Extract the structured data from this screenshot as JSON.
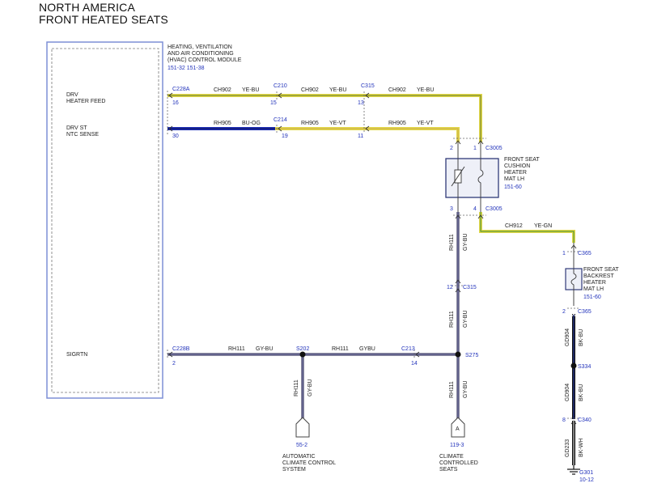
{
  "title": {
    "line1": "NORTH AMERICA",
    "line2": "FRONT HEATED SEATS"
  },
  "module": {
    "name": [
      "HEATING, VENTILATION",
      "AND AIR CONDITIONING",
      "(HVAC) CONTROL MODULE"
    ],
    "refs": "151-32  151-38",
    "pins": [
      {
        "label1": "DRV",
        "label2": "HEATER FEED",
        "connector": "C228A",
        "pin": "16"
      },
      {
        "label1": "DRV ST",
        "label2": "NTC SENSE",
        "connector": "",
        "pin": "30"
      },
      {
        "label1": "SIGRTN",
        "label2": "",
        "connector": "C228B",
        "pin": "2"
      }
    ]
  },
  "wires": {
    "feed": {
      "circuit": "CH902",
      "color": "YE-BU"
    },
    "ntc_left": {
      "circuit": "RH905",
      "color": "BU-OG"
    },
    "ntc_right": {
      "circuit": "RH905",
      "color": "YE-VT"
    },
    "sigrtn_left": {
      "circuit": "RH111",
      "color": "GY-BU"
    },
    "sigrtn_mid": {
      "circuit": "RH111",
      "color": "GYBU"
    },
    "branch_down": {
      "circuit": "RH111",
      "color": "GY-BU"
    },
    "cushion_to_back": {
      "circuit": "CH912",
      "color": "YE-GN"
    },
    "ground1": {
      "circuit": "GD904",
      "color": "BK-BU"
    },
    "ground2": {
      "circuit": "GD904",
      "color": "BK-BU"
    },
    "ground3": {
      "circuit": "GD233",
      "color": "BK-WH"
    }
  },
  "connectors": {
    "c210": {
      "name": "C210",
      "pin": "15"
    },
    "c214": {
      "name": "C214",
      "pin": "19"
    },
    "c315_top": {
      "name": "C315",
      "pin_a": "13",
      "pin_b": "11"
    },
    "c3005_top": {
      "name": "C3005",
      "pin_a": "2",
      "pin_b": "1"
    },
    "c3005_bot": {
      "name": "C3005",
      "pin_a": "3",
      "pin_b": "4"
    },
    "c315_mid": {
      "name": "C315",
      "pin": "12"
    },
    "c213": {
      "name": "C213",
      "pin": "14"
    },
    "c365_top": {
      "name": "C365",
      "pin": "1"
    },
    "c365_bot": {
      "name": "C365",
      "pin": "2"
    },
    "c340": {
      "name": "C340",
      "pin": "8"
    }
  },
  "splices": {
    "s202": "S202",
    "s275": "S275",
    "s334": "S334"
  },
  "cushion": {
    "name": [
      "FRONT SEAT",
      "CUSHION",
      "HEATER",
      "MAT LH"
    ],
    "ref": "151-60"
  },
  "backrest": {
    "name": [
      "FRONT SEAT",
      "BACKREST",
      "HEATER",
      "MAT LH"
    ],
    "ref": "151-60"
  },
  "offpage": {
    "auto": {
      "ref": "55-2",
      "name": [
        "AUTOMATIC",
        "CLIMATE CONTROL",
        "SYSTEM"
      ]
    },
    "seats": {
      "letter": "A",
      "ref": "119-3",
      "name": [
        "CLIMATE",
        "CONTROLLED",
        "SEATS"
      ]
    }
  },
  "ground": {
    "name": "G301",
    "ref": "10-12"
  },
  "colors": {
    "yellow": "#e2d84a",
    "yellow_blue_stripe": "#7d8a2a",
    "blue": "#1f2fb5",
    "gray": "#8a89a0",
    "gray_stripe": "#3a3a78",
    "black": "#111111",
    "label_blue": "#2233bb",
    "module_border": "#7d8fd6"
  }
}
